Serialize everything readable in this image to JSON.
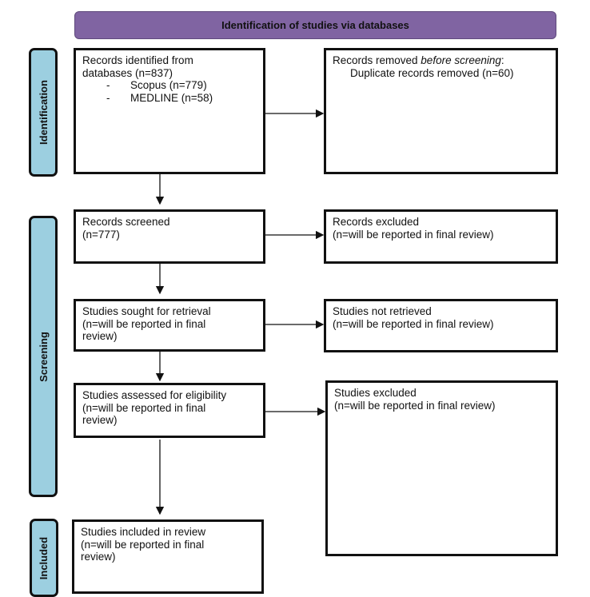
{
  "header": {
    "title": "Identification of studies via databases",
    "color": "#8064a2"
  },
  "phases": [
    {
      "label": "Identification"
    },
    {
      "label": "Screening"
    },
    {
      "label": "Included"
    }
  ],
  "phase_color": "#9ccfe0",
  "boxes": {
    "identified": {
      "line1": "Records identified from",
      "line2": "databases (n=837)",
      "sources": [
        {
          "bullet": "-",
          "text": "Scopus (n=779)"
        },
        {
          "bullet": "-",
          "text": "MEDLINE (n=58)"
        }
      ]
    },
    "removed": {
      "line1_a": "Records removed ",
      "line1_b": "before screening",
      "line1_c": ":",
      "line2": "Duplicate records removed (n=60)"
    },
    "screened": {
      "line1": "Records screened",
      "line2": "(n=777)"
    },
    "excluded": {
      "line1": "Records excluded",
      "line2": "(n=will be reported in final review)"
    },
    "sought": {
      "line1": "Studies sought for retrieval",
      "line2": "(n=will be reported in final",
      "line3": "review)"
    },
    "not_retrieved": {
      "line1": "Studies not retrieved",
      "line2": "(n=will be reported in final review)"
    },
    "assessed": {
      "line1": "Studies assessed for eligibility",
      "line2": "(n=will be reported in final",
      "line3": "review)"
    },
    "studies_excluded": {
      "line1": "Studies excluded",
      "line2": "(n=will be reported in final review)"
    },
    "included": {
      "line1": "Studies included in review",
      "line2": "(n=will be reported in final",
      "line3": "review)"
    }
  }
}
